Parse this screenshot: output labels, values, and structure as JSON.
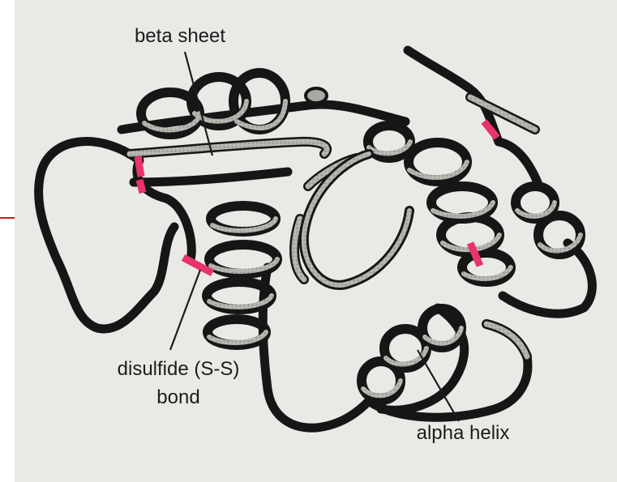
{
  "labels": {
    "beta_sheet": "beta sheet",
    "disulfide_line1": "disulfide (S-S)",
    "disulfide_line2": "bond",
    "alpha_helix": "alpha helix"
  },
  "colors": {
    "paper": "#e9e9e6",
    "ribbon_dark": "#161616",
    "ribbon_light": "#a9a9a4",
    "disulfide": "#e8336b",
    "slide_link": "#d01818"
  }
}
